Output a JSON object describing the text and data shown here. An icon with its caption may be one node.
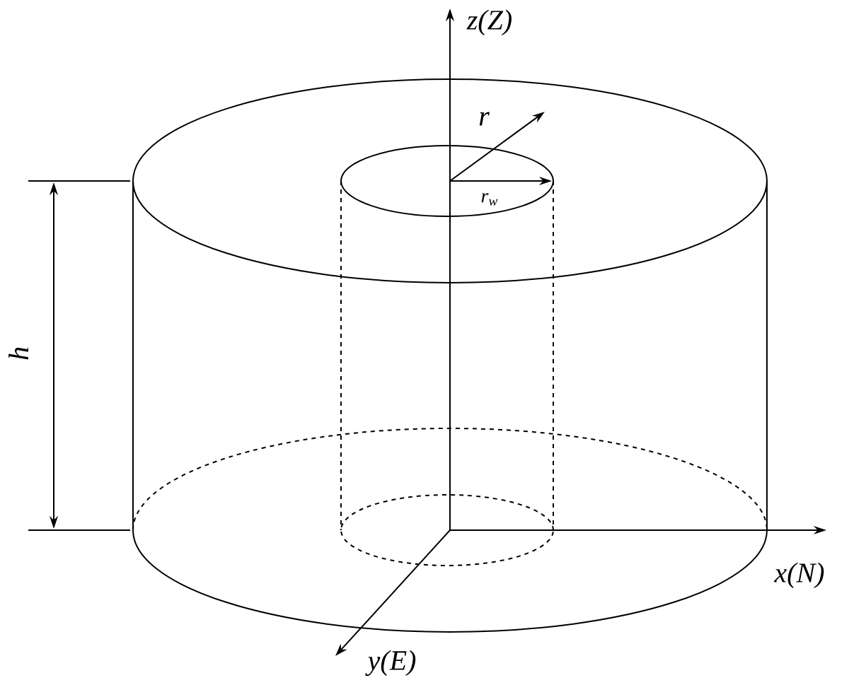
{
  "diagram": {
    "labels": [
      "z(Z)",
      "r",
      "r$_{w}$",
      "h",
      "x(N)",
      "y(E)"
    ]
  }
}
